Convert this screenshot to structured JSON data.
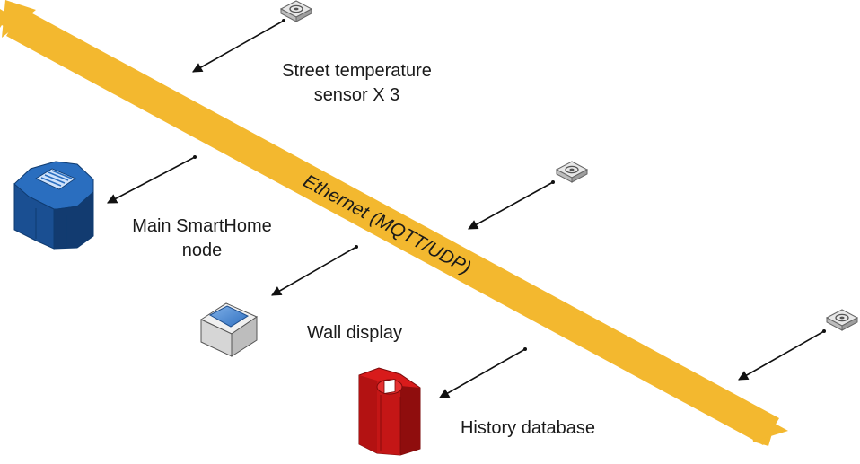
{
  "bus": {
    "label": "Ethernet (MQTT/UDP)"
  },
  "labels": {
    "sensor_line1": "Street temperature",
    "sensor_line2": "sensor X 3",
    "node_line1": "Main SmartHome",
    "node_line2": "node",
    "wall": "Wall display",
    "history": "History database"
  },
  "icons": {
    "sensor": "temperature-sensor-icon",
    "node": "server-node-icon",
    "wall": "wall-display-icon",
    "database": "database-icon"
  },
  "colors": {
    "bus": "#f3b82f",
    "node": "#1e5fa9",
    "database": "#c81414",
    "arrow": "#111111"
  }
}
